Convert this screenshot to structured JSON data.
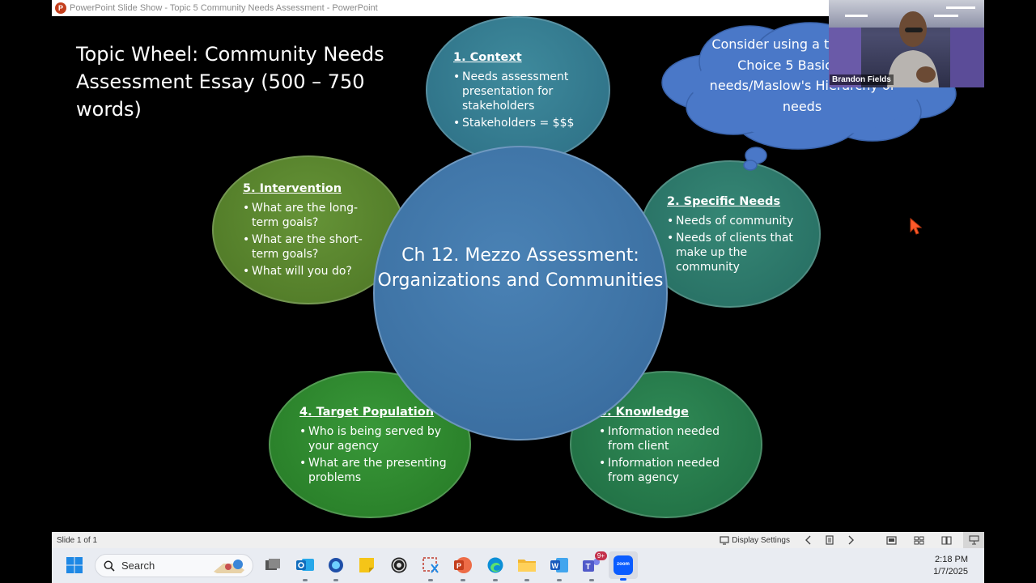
{
  "window": {
    "title": "PowerPoint Slide Show  -  Topic 5 Community Needs Assessment - PowerPoint",
    "app_icon": "P"
  },
  "slide": {
    "title": "Topic Wheel: Community Needs Assessment Essay (500 – 750 words)",
    "center": "Ch 12. Mezzo Assessment: Organizations and Communities",
    "context": {
      "heading": "1. Context",
      "bullets": [
        "Needs assessment presentation for stakeholders",
        "Stakeholders = $$$"
      ]
    },
    "specific_needs": {
      "heading": "2. Specific Needs",
      "bullets": [
        "Needs of community",
        "Needs of clients that make up the community"
      ]
    },
    "knowledge": {
      "heading": "3. Knowledge",
      "bullets": [
        "Information needed from client",
        "Information needed from agency"
      ]
    },
    "target_population": {
      "heading": "4. Target Population",
      "bullets": [
        "Who is being served by your agency",
        "What are the presenting problems"
      ]
    },
    "intervention": {
      "heading": "5. Intervention",
      "bullets": [
        "What are the long-term goals?",
        "What are the short-term goals?",
        "What will you do?"
      ]
    },
    "thought_cloud": "Consider using a theory like Choice 5 Basic Hum needs/Maslow's Hierarchy of needs"
  },
  "webcam": {
    "participant_name": "Brandon Fields"
  },
  "statusbar": {
    "slide_counter": "Slide 1 of 1",
    "display_settings": "Display Settings"
  },
  "taskbar": {
    "search_placeholder": "Search",
    "teams_badge": "9+",
    "zoom_label": "zoom",
    "time": "2:18 PM",
    "date": "1/7/2025"
  },
  "colors": {
    "center_circle": "#3e73a5",
    "cloud": "#4a78c8",
    "context_bubble": "#3c8fa6",
    "needs_bubble": "#2f8a78",
    "knowledge_bubble": "#2a8a55",
    "target_bubble": "#3a9a3a",
    "intervention_bubble": "#6e9a3a"
  }
}
